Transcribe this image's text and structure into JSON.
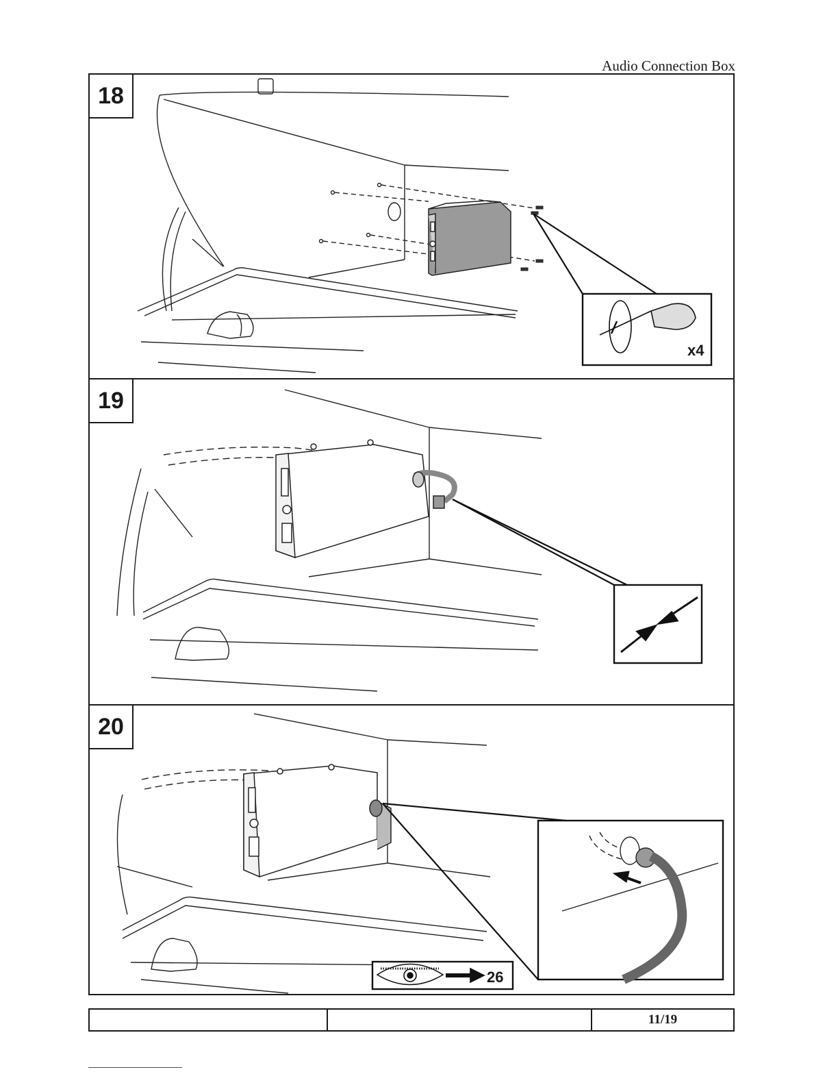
{
  "header": {
    "title": "Audio Connection Box"
  },
  "steps": [
    {
      "number": "18",
      "multiplier": "x4"
    },
    {
      "number": "19"
    },
    {
      "number": "20",
      "reference_page": "26"
    }
  ],
  "footer": {
    "page": "11/19"
  }
}
